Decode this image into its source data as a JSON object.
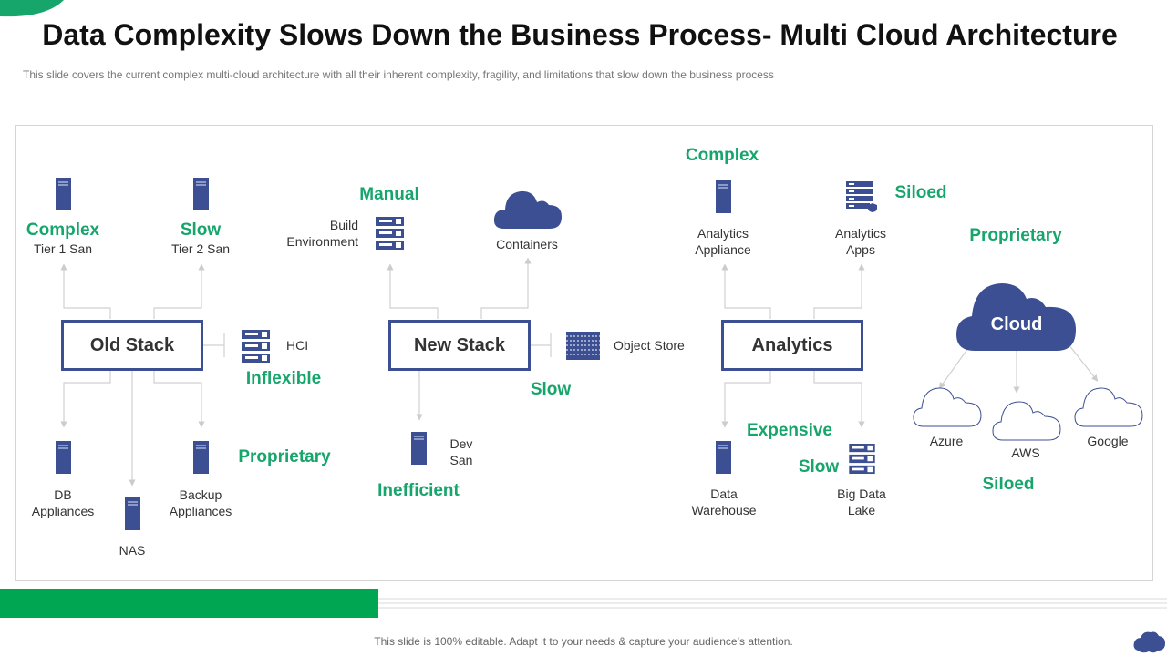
{
  "title": "Data Complexity Slows Down the Business Process- Multi Cloud Architecture",
  "subtitle": "This slide covers the current complex multi-cloud architecture with all their inherent complexity, fragility, and limitations that slow down the business process",
  "colors": {
    "navy": "#3c4f93",
    "green": "#16a56b",
    "connector": "#cccccc"
  },
  "stacks": {
    "old": "Old Stack",
    "new": "New Stack",
    "analytics": "Analytics",
    "cloud": "Cloud"
  },
  "nodes": {
    "tier1": "Tier 1 San",
    "tier2": "Tier 2 San",
    "hci": "HCI",
    "db": [
      "DB",
      "Appliances"
    ],
    "nas": "NAS",
    "backup": [
      "Backup",
      "Appliances"
    ],
    "build": [
      "Build",
      "Environment"
    ],
    "containers": "Containers",
    "object_store": "Object Store",
    "dev": [
      "Dev",
      "San"
    ],
    "an_appliance": [
      "Analytics",
      "Appliance"
    ],
    "an_apps": [
      "Analytics",
      "Apps"
    ],
    "warehouse": [
      "Data",
      "Warehouse"
    ],
    "lake": [
      "Big Data",
      "Lake"
    ],
    "azure": "Azure",
    "aws": "AWS",
    "google": "Google"
  },
  "tags": {
    "complex1": "Complex",
    "slow1": "Slow",
    "inflexible": "Inflexible",
    "proprietary1": "Proprietary",
    "manual": "Manual",
    "slow2": "Slow",
    "inefficient": "Inefficient",
    "complex2": "Complex",
    "siloed1": "Siloed",
    "proprietary2": "Proprietary",
    "expensive": "Expensive",
    "slow3": "Slow",
    "siloed2": "Siloed"
  },
  "footer": "This slide is 100% editable. Adapt it to your needs & capture your audience’s attention."
}
